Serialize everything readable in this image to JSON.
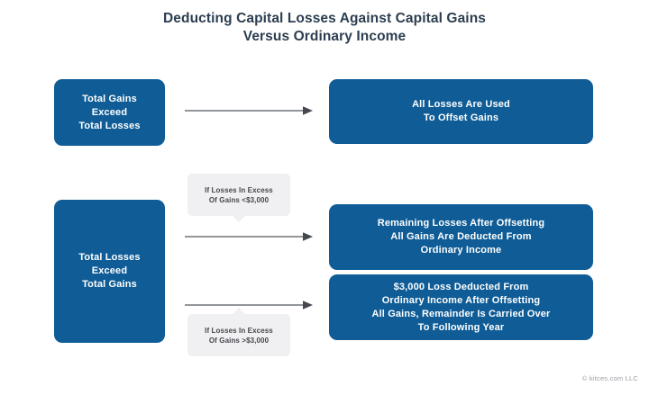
{
  "title": {
    "line1": "Deducting Capital Losses Against Capital Gains",
    "line2": "Versus Ordinary Income"
  },
  "colors": {
    "box_blue": "#0f5c96",
    "label_gray": "#f0f0f2",
    "title_navy": "#2c3e50",
    "arrow_gray": "#6f7378",
    "background": "#ffffff",
    "credit_gray": "#9a9da3"
  },
  "boxes": {
    "gains_exceed_losses": {
      "line1": "Total Gains",
      "line2": "Exceed",
      "line3": "Total Losses"
    },
    "all_losses_used": {
      "line1": "All Losses Are Used",
      "line2": "To Offset Gains"
    },
    "losses_exceed_gains": {
      "line1": "Total Losses",
      "line2": "Exceed",
      "line3": "Total Gains"
    },
    "remaining_losses": {
      "line1": "Remaining Losses After Offsetting",
      "line2": "All Gains Are Deducted From",
      "line3": "Ordinary Income"
    },
    "loss_3000": {
      "line1": "$3,000 Loss Deducted From",
      "line2": "Ordinary Income After Offsetting",
      "line3": "All Gains, Remainder Is Carried Over",
      "line4": "To Following Year"
    }
  },
  "labels": {
    "under_3000": {
      "line1": "If Losses In Excess",
      "line2": "Of Gains <$3,000"
    },
    "over_3000": {
      "line1": "If Losses In Excess",
      "line2": "Of Gains >$3,000"
    }
  },
  "credit": "© kitces.com LLC"
}
